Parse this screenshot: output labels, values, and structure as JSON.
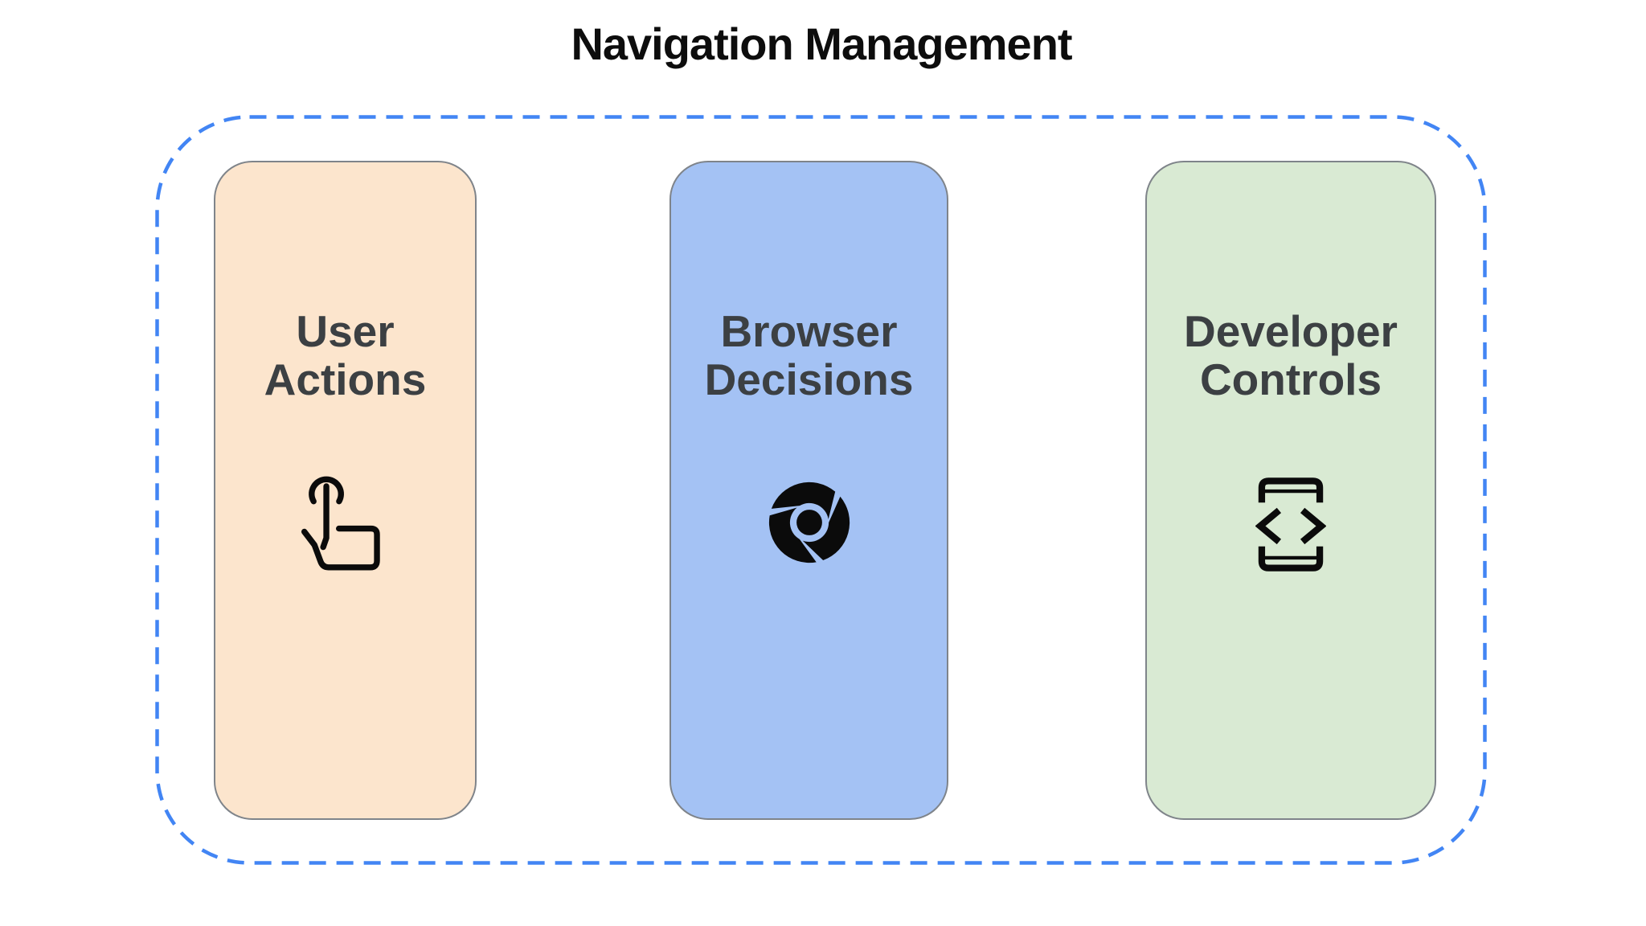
{
  "title": "Navigation Management",
  "diagram": {
    "container": {
      "border_color": "#4285F4",
      "border_style": "dashed"
    },
    "text_color": "#3C4043",
    "cards": [
      {
        "label": "User Actions",
        "bg": "#FCE5CD",
        "icon": "tap-gesture-icon"
      },
      {
        "label": "Browser Decisions",
        "bg": "#A4C2F4",
        "icon": "chrome-browser-icon"
      },
      {
        "label": "Developer Controls",
        "bg": "#D9EAD3",
        "icon": "developer-mode-icon"
      }
    ]
  }
}
